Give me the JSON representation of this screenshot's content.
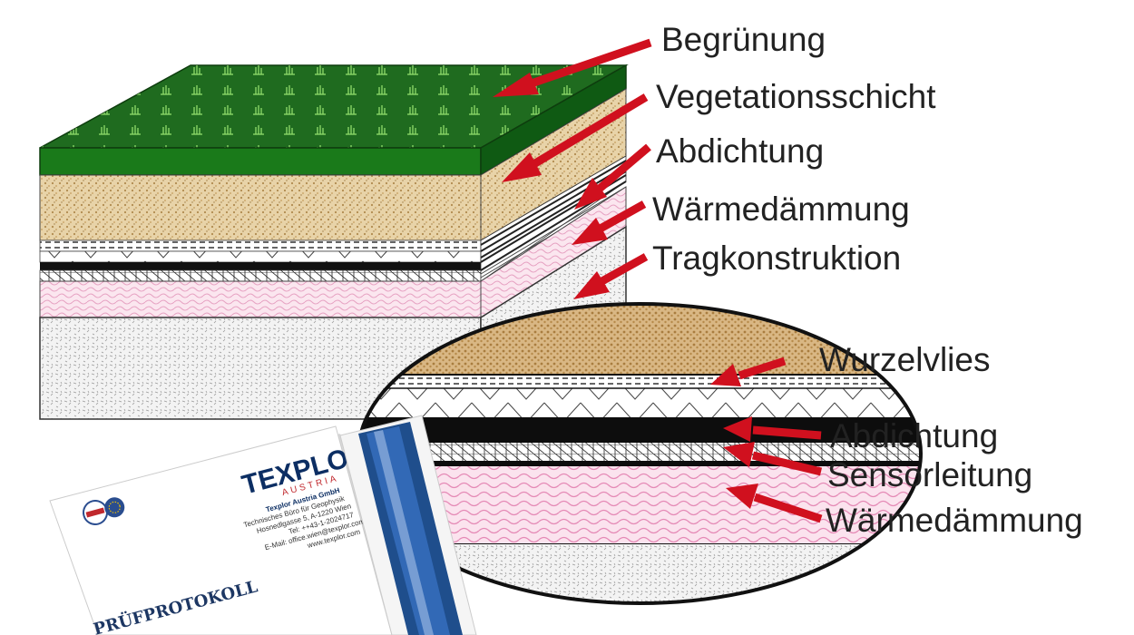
{
  "labels_top": {
    "begruenung": "Begrünung",
    "vegetationsschicht": "Vegetationsschicht",
    "abdichtung": "Abdichtung",
    "waermedaemmung": "Wärmedämmung",
    "tragkonstruktion": "Tragkonstruktion"
  },
  "labels_detail": {
    "wurzelvlies": "Wurzelvlies",
    "abdichtung": "Abdichtung",
    "sensorleitung": "Sensorleitung",
    "waermedaemmung": "Wärmedämmung"
  },
  "document": {
    "logo": "TEXPLOR",
    "logo_sub": "AUSTRIA",
    "company": "Texplor Austria GmbH",
    "company_sub": "Technisches Büro für Geophysik",
    "address": "Hosnedlgasse 5, A-1220 Wien",
    "phone": "Tel: ++43-1-2024717",
    "email": "E-Mail: office.wien@texplor.com",
    "web": "www.texplor.com",
    "title": "PRÜFPROTOKOLL"
  },
  "colors": {
    "arrow": "#d0101e",
    "grass_top": "#1f6b1f",
    "grass_front": "#1a7a1a",
    "soil": "#e8d3a8",
    "insulation": "#fbe6ef",
    "concrete": "#f1f1f1",
    "folder_blue": "#1f4e8c"
  }
}
